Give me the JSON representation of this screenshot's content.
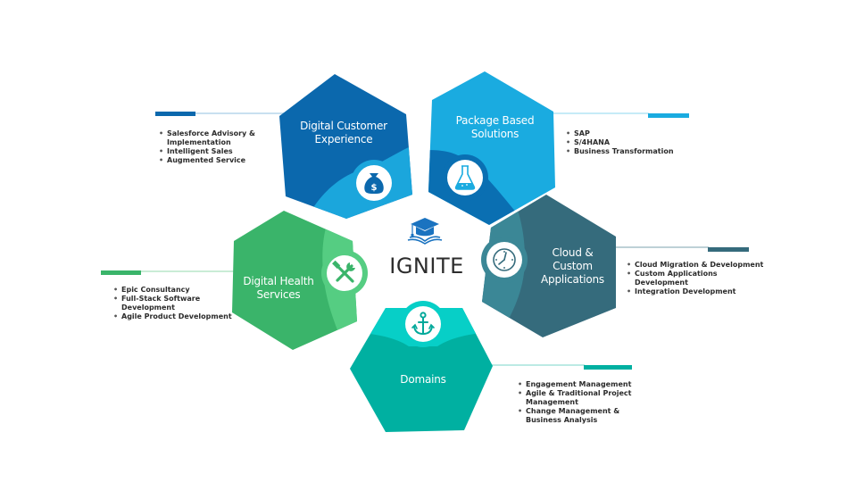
{
  "center": {
    "title": "IGNITE",
    "icon": "graduation-cap-book-icon"
  },
  "colors": {
    "dcx_dark": "#0b68ad",
    "dcx_light": "#1ba6dc",
    "pbs_light": "#1aabe0",
    "pbs_dark": "#0a6fb2",
    "cloud_dark": "#356b7c",
    "cloud_light": "#3b8796",
    "health_dark": "#3ab46a",
    "health_light": "#55cd82",
    "domains_dark": "#00b0a1",
    "domains_light": "#07cfc7",
    "logo_blue": "#1a73c0",
    "bullet_text": "#2b2b2b"
  },
  "services": [
    {
      "id": "digital-customer-experience",
      "title_lines": [
        "Digital Customer",
        "Experience"
      ],
      "icon": "money-bag-icon",
      "bullets": [
        "Salesforce Advisory &",
        "Implementation",
        "Intelligent Sales",
        "Augmented Service"
      ],
      "bullet_continuation": [
        false,
        true,
        false,
        false
      ]
    },
    {
      "id": "package-based-solutions",
      "title_lines": [
        "Package Based",
        "Solutions"
      ],
      "icon": "flask-icon",
      "bullets": [
        "SAP",
        "S/4HANA",
        "Business Transformation"
      ],
      "bullet_continuation": [
        false,
        false,
        false
      ]
    },
    {
      "id": "cloud-custom-applications",
      "title_lines": [
        "Cloud &",
        "Custom",
        "Applications"
      ],
      "icon": "clock-icon",
      "bullets": [
        "Cloud Migration & Development",
        "Custom Applications",
        "Development",
        "Integration Development"
      ],
      "bullet_continuation": [
        false,
        false,
        true,
        false
      ]
    },
    {
      "id": "digital-health-services",
      "title_lines": [
        "Digital Health",
        "Services"
      ],
      "icon": "tools-icon",
      "bullets": [
        "Epic Consultancy",
        "Full-Stack Software",
        "Development",
        "Agile Product Development"
      ],
      "bullet_continuation": [
        false,
        false,
        true,
        false
      ]
    },
    {
      "id": "domains",
      "title_lines": [
        "Domains"
      ],
      "icon": "anchor-icon",
      "bullets": [
        "Engagement Management",
        "Agile & Traditional Project",
        "Management",
        "Change Management &",
        "Business Analysis"
      ],
      "bullet_continuation": [
        false,
        false,
        true,
        false,
        true
      ]
    }
  ]
}
